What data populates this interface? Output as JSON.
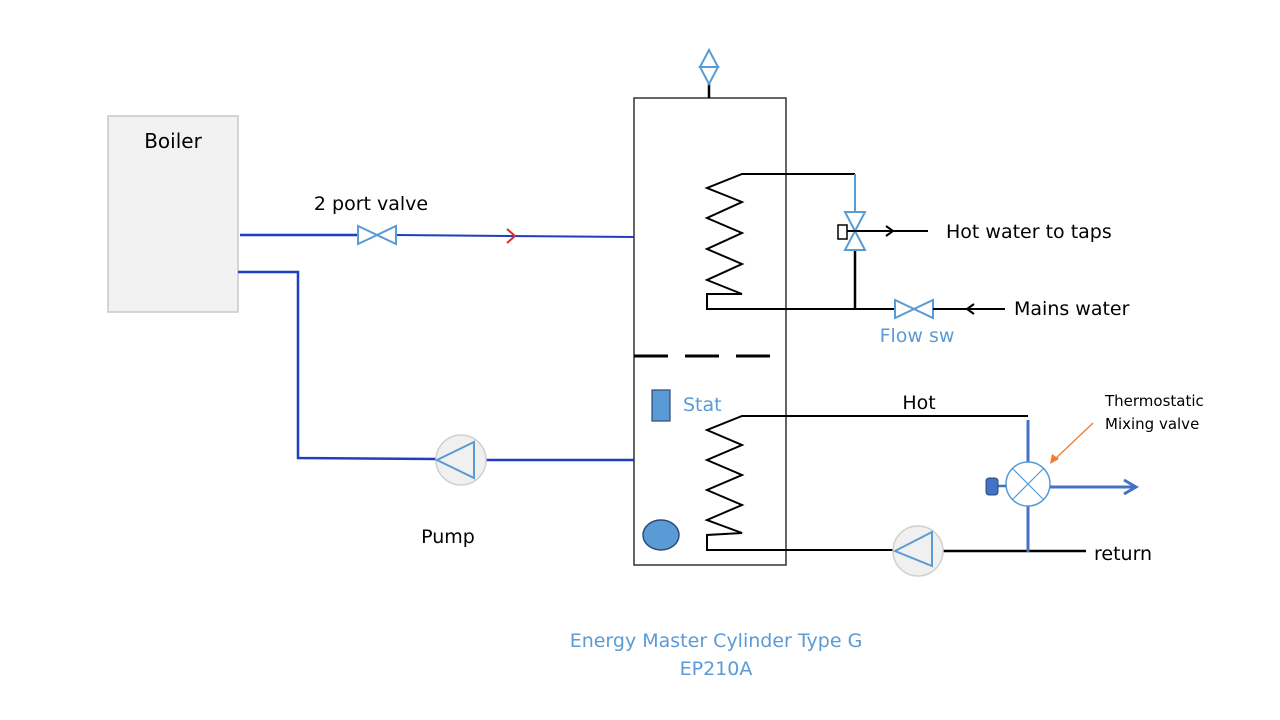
{
  "diagram": {
    "labels": {
      "boiler": "Boiler",
      "two_port_valve": "2 port valve",
      "hot_water_to_taps": "Hot water to taps",
      "mains_water": "Mains water",
      "flow_sw": "Flow sw",
      "stat": "Stat",
      "hot": "Hot",
      "pump": "Pump",
      "thermostatic_line1": "Thermostatic",
      "thermostatic_line2": "Mixing valve",
      "return": "return",
      "title_line1": "Energy Master Cylinder Type G",
      "title_line2": "EP210A"
    },
    "colors": {
      "primary_pipe": "#1f3fbf",
      "symbol_blue": "#5b9bd5",
      "flow_arrow": "#e0302a",
      "callout_arrow": "#ed7d31",
      "boiler_fill": "#f2f2f2",
      "pump_fill": "#f0f0f0",
      "dark_line": "#000000"
    }
  }
}
